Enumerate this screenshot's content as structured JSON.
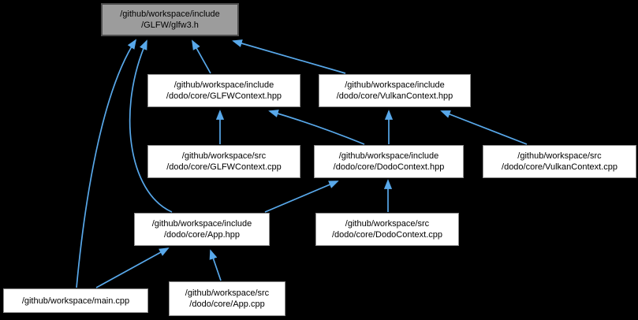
{
  "graph": {
    "kind": "include-dependency-graph",
    "background_color": "#000000",
    "edge_color": "#58a8ea",
    "node_style": {
      "bg": "#ffffff",
      "border": "#8f8f8f",
      "text": "#000000"
    },
    "root_node_style": {
      "bg": "#9c9c9c",
      "border": "#4e4e4e",
      "text": "#000000"
    },
    "nodes": [
      {
        "id": "glfw3-h",
        "line1": "/github/workspace/include",
        "line2": "/GLFW/glfw3.h",
        "root": true
      },
      {
        "id": "glfwcontext-hpp",
        "line1": "/github/workspace/include",
        "line2": "/dodo/core/GLFWContext.hpp"
      },
      {
        "id": "vulkancontext-hpp",
        "line1": "/github/workspace/include",
        "line2": "/dodo/core/VulkanContext.hpp"
      },
      {
        "id": "glfwcontext-cpp",
        "line1": "/github/workspace/src",
        "line2": "/dodo/core/GLFWContext.cpp"
      },
      {
        "id": "dodocontext-hpp",
        "line1": "/github/workspace/include",
        "line2": "/dodo/core/DodoContext.hpp"
      },
      {
        "id": "vulkancontext-cpp",
        "line1": "/github/workspace/src",
        "line2": "/dodo/core/VulkanContext.cpp"
      },
      {
        "id": "app-hpp",
        "line1": "/github/workspace/include",
        "line2": "/dodo/core/App.hpp"
      },
      {
        "id": "dodocontext-cpp",
        "line1": "/github/workspace/src",
        "line2": "/dodo/core/DodoContext.cpp"
      },
      {
        "id": "main-cpp",
        "line1": "/github/workspace/main.cpp"
      },
      {
        "id": "app-cpp",
        "line1": "/github/workspace/src",
        "line2": "/dodo/core/App.cpp"
      }
    ],
    "edges": [
      {
        "from": "glfwcontext-hpp",
        "to": "glfw3-h"
      },
      {
        "from": "vulkancontext-hpp",
        "to": "glfw3-h"
      },
      {
        "from": "app-hpp",
        "to": "glfw3-h"
      },
      {
        "from": "main-cpp",
        "to": "glfw3-h"
      },
      {
        "from": "glfwcontext-cpp",
        "to": "glfwcontext-hpp"
      },
      {
        "from": "dodocontext-hpp",
        "to": "glfwcontext-hpp"
      },
      {
        "from": "dodocontext-hpp",
        "to": "vulkancontext-hpp"
      },
      {
        "from": "vulkancontext-cpp",
        "to": "vulkancontext-hpp"
      },
      {
        "from": "app-hpp",
        "to": "dodocontext-hpp"
      },
      {
        "from": "dodocontext-cpp",
        "to": "dodocontext-hpp"
      },
      {
        "from": "main-cpp",
        "to": "app-hpp"
      },
      {
        "from": "app-cpp",
        "to": "app-hpp"
      }
    ]
  }
}
